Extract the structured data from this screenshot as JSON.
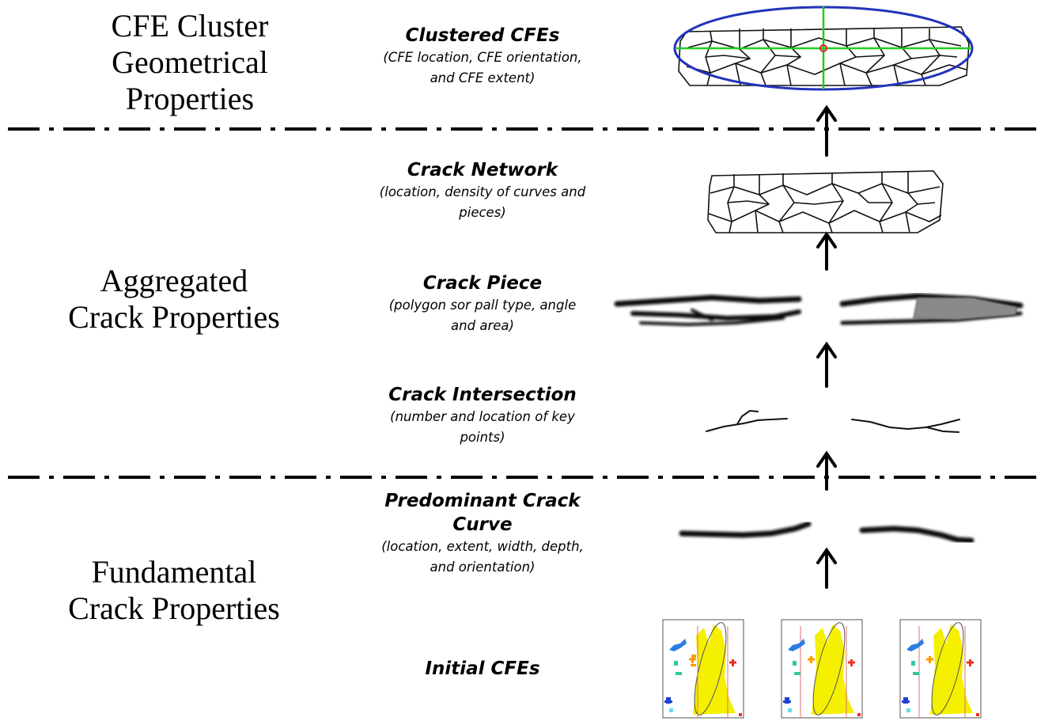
{
  "groups": {
    "cluster": "CFE Cluster\nGeometrical\nProperties",
    "aggregated": "Aggregated\nCrack Properties",
    "fundamental": "Fundamental\nCrack Properties"
  },
  "levels": {
    "clustered": {
      "title": "Clustered CFEs",
      "desc": "(CFE location, CFE orientation,\nand CFE extent)"
    },
    "network": {
      "title": "Crack Network",
      "desc": "(location, density of curves and\npieces)"
    },
    "piece": {
      "title": "Crack Piece",
      "desc": "(polygon sor pall type, angle\nand area)"
    },
    "intersection": {
      "title": "Crack Intersection",
      "desc": "(number and location of key\npoints)"
    },
    "curve": {
      "title": "Predominant  Crack\nCurve",
      "desc": "(location, extent, width, depth,\nand orientation)"
    },
    "initial": {
      "title": "Initial CFEs",
      "desc": ""
    }
  },
  "colors": {
    "ellipse": "#2233bb",
    "axes": "#22cc22",
    "center": "#dd2222",
    "thumb_yellow": "#f4f000",
    "thumb_blue": "#2a7de1",
    "thumb_orange": "#ff9900",
    "thumb_red": "#ee3322"
  }
}
